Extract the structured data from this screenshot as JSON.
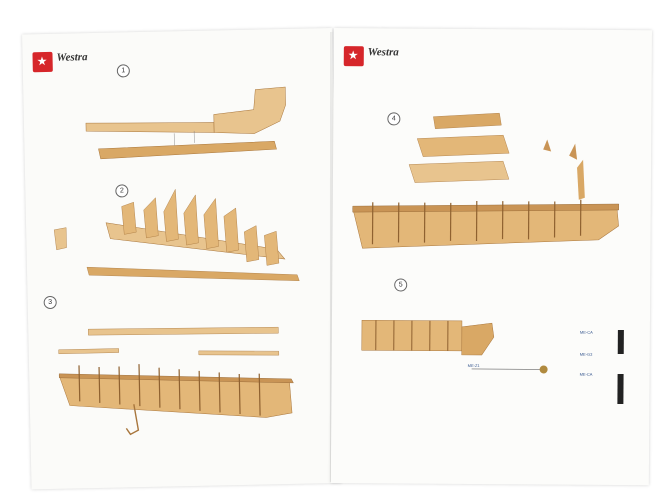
{
  "left_page": {
    "brand": "Westra",
    "steps": [
      "1",
      "2",
      "3"
    ]
  },
  "right_page": {
    "brand": "Westra",
    "steps": [
      "4",
      "5"
    ],
    "part_labels": [
      "ME-CA",
      "ME-G3",
      "ME-Z1",
      "ME-CA"
    ]
  },
  "colors": {
    "wood_light": "#e8c48e",
    "wood_mid": "#d9a865",
    "wood_dark": "#a8763d",
    "logo_red": "#d6262a",
    "note_blue": "#4a6fa5"
  }
}
